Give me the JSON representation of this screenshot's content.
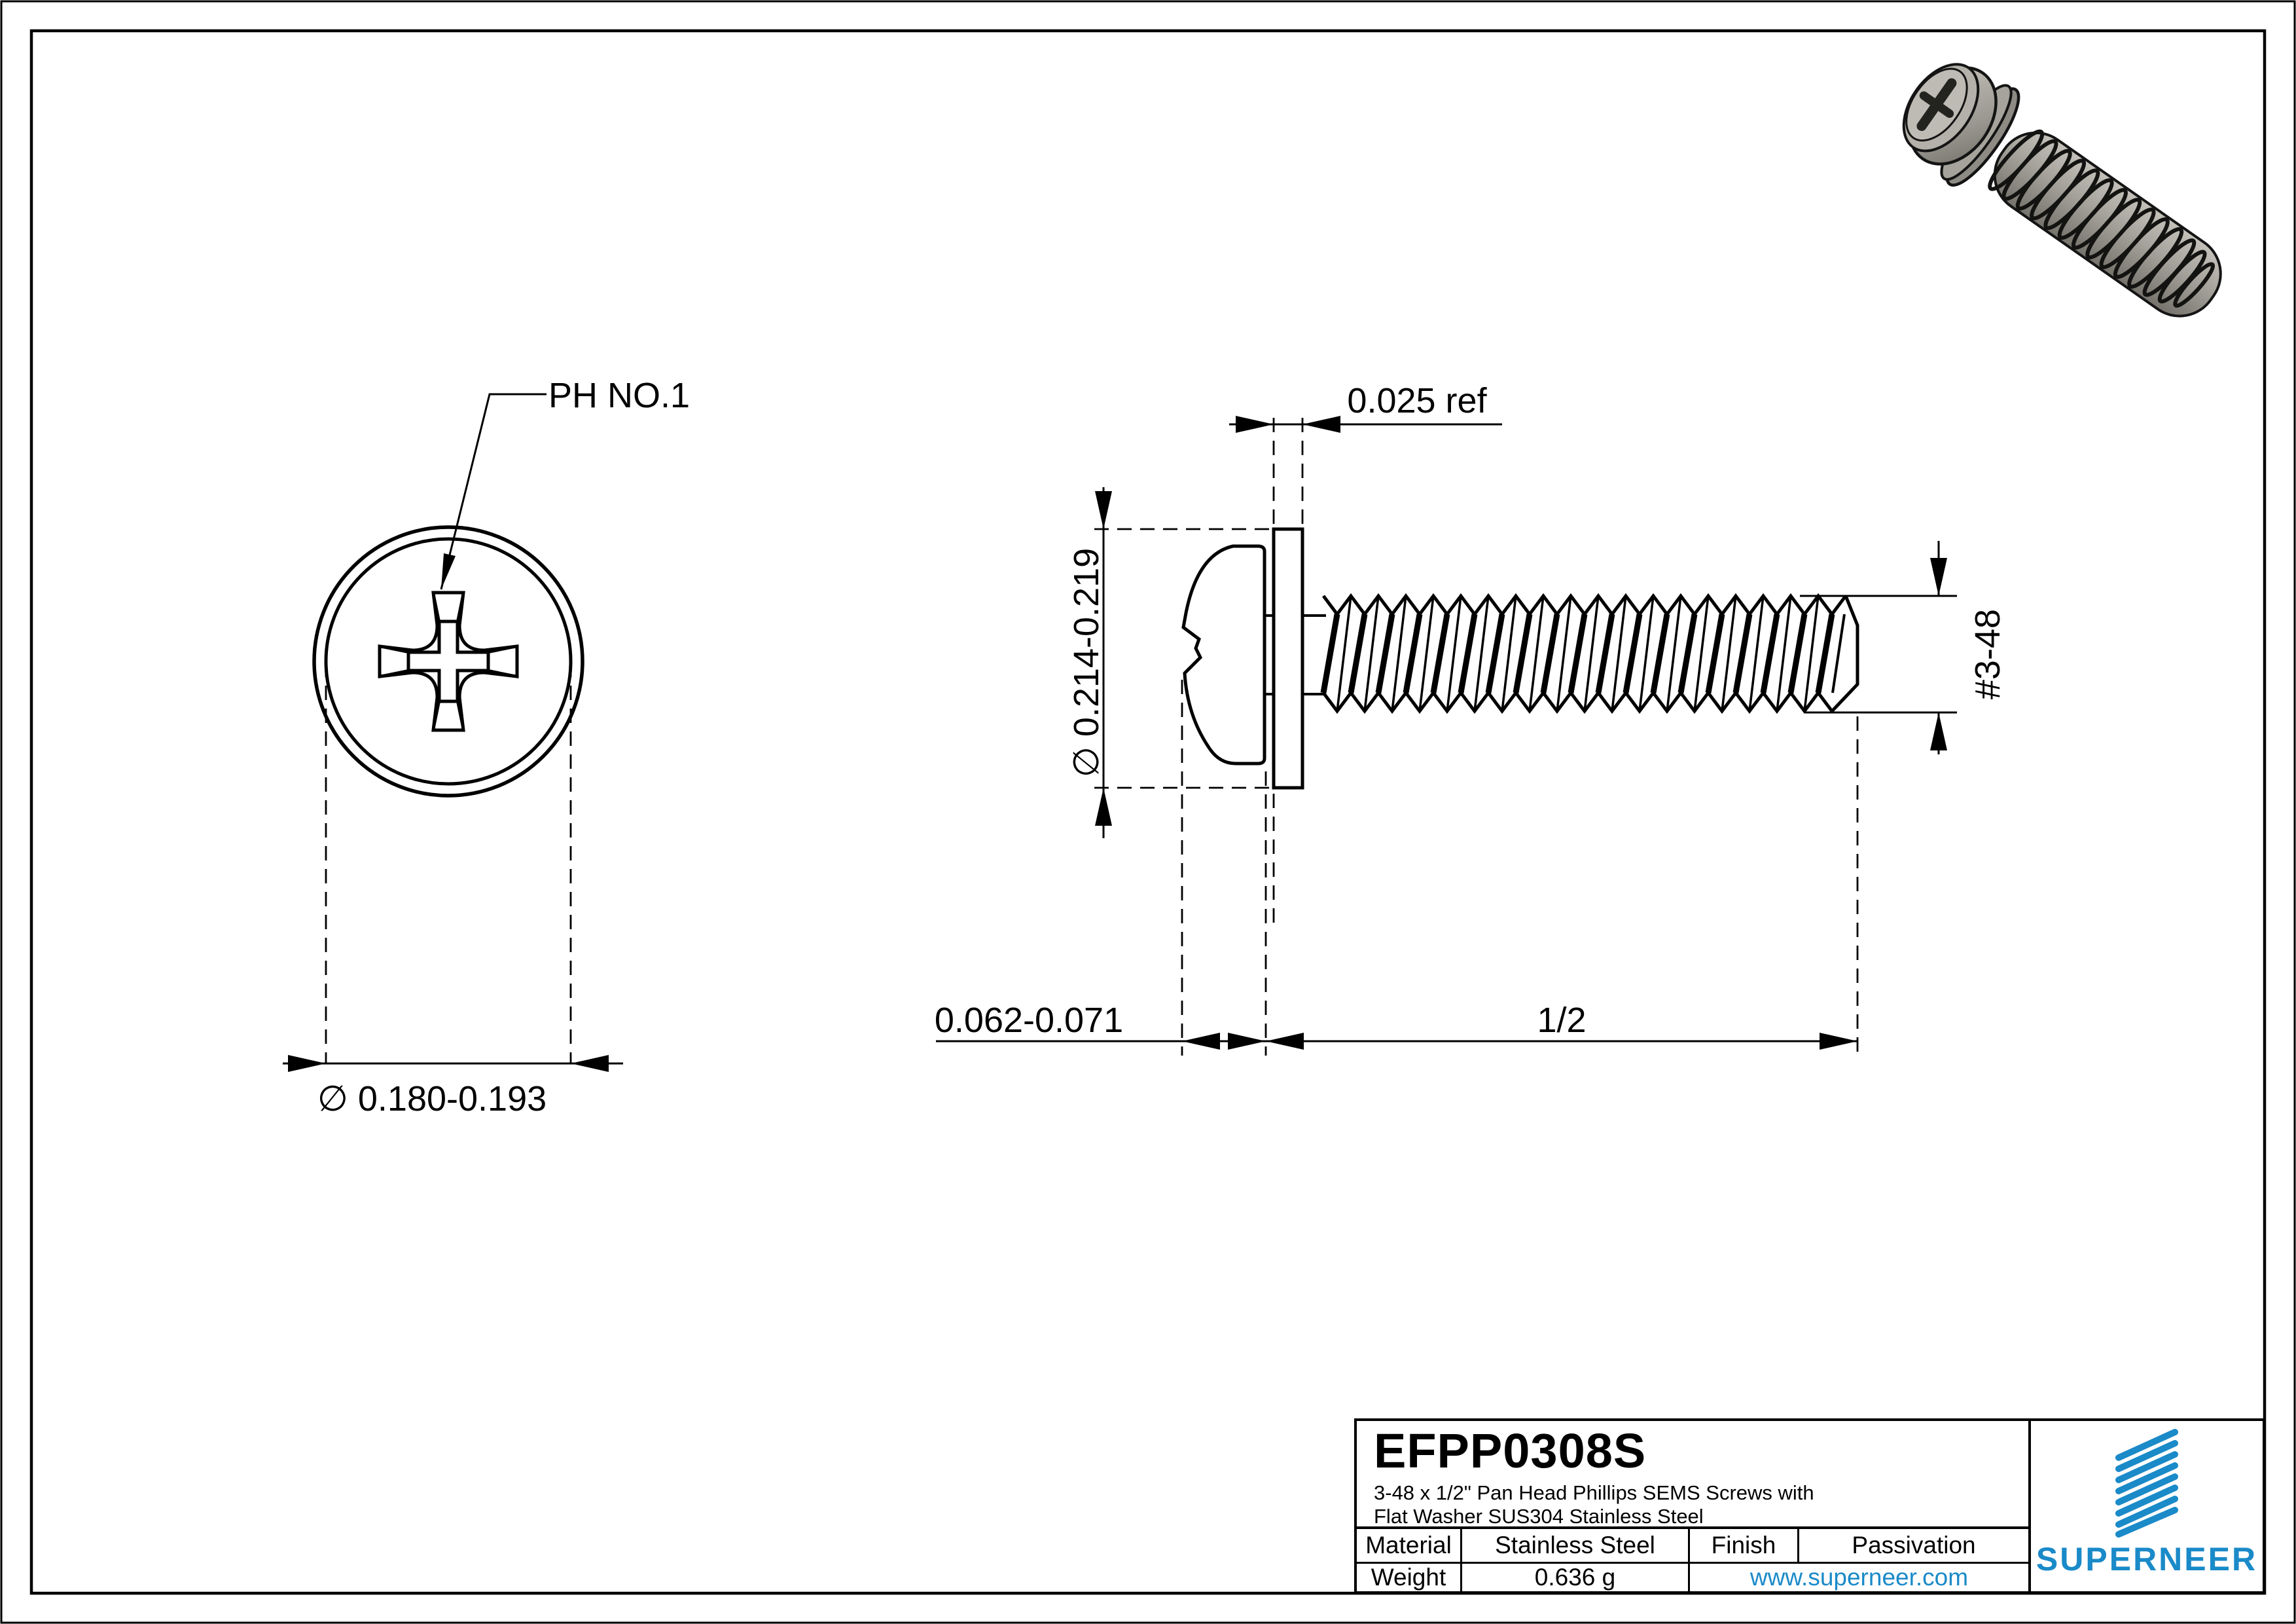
{
  "colors": {
    "line": "#000000",
    "brand_blue": "#1a8ac8",
    "link_blue": "#1a8ac8",
    "steel_light": "#b0aea6",
    "steel_mid": "#97958d",
    "steel_dark": "#6f6d66"
  },
  "front_view": {
    "callout": "PH NO.1",
    "diameter_dim": "∅ 0.180-0.193"
  },
  "side_view": {
    "washer_thickness_dim": "0.025 ref",
    "washer_od_dim": "∅ 0.214-0.219",
    "head_height_dim": "0.062-0.071",
    "thread_length_dim": "1/2",
    "thread_size_dim": "#3-48"
  },
  "title_block": {
    "part_number": "EFPP0308S",
    "description_line1": "3-48 x 1/2\" Pan Head Phillips SEMS Screws with",
    "description_line2": "Flat Washer SUS304 Stainless Steel",
    "material_label": "Material",
    "material_value": "Stainless Steel",
    "finish_label": "Finish",
    "finish_value": "Passivation",
    "weight_label": "Weight",
    "weight_value": "0.636 g",
    "website": "www.superneer.com",
    "brand": "SUPERNEER"
  }
}
